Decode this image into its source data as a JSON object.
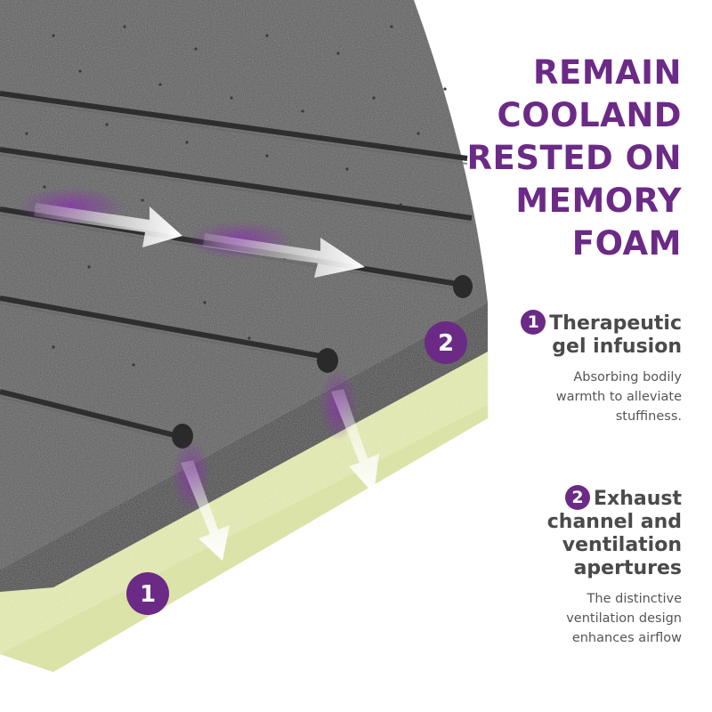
{
  "headline": {
    "lines": [
      "REMAIN",
      "COOLAND",
      "RESTED ON",
      "MEMORY",
      "FOAM"
    ]
  },
  "features": [
    {
      "number": "1",
      "title_lines": [
        "Therapeutic",
        "gel infusion"
      ],
      "desc_lines": [
        "Absorbing bodily",
        "warmth to alleviate",
        "stuffiness."
      ]
    },
    {
      "number": "2",
      "title_lines": [
        "Exhaust",
        "channel and",
        "ventilation",
        "apertures"
      ],
      "desc_lines": [
        "The distinctive",
        "ventilation design",
        "enhances airflow"
      ]
    }
  ],
  "image_markers": {
    "marker_1": "1",
    "marker_2": "2"
  },
  "colors": {
    "accent_purple": "#6b2a86",
    "foam_gray": "#555555",
    "base_yellow": "#e9f0b4",
    "text_gray": "#4a4a4a"
  }
}
